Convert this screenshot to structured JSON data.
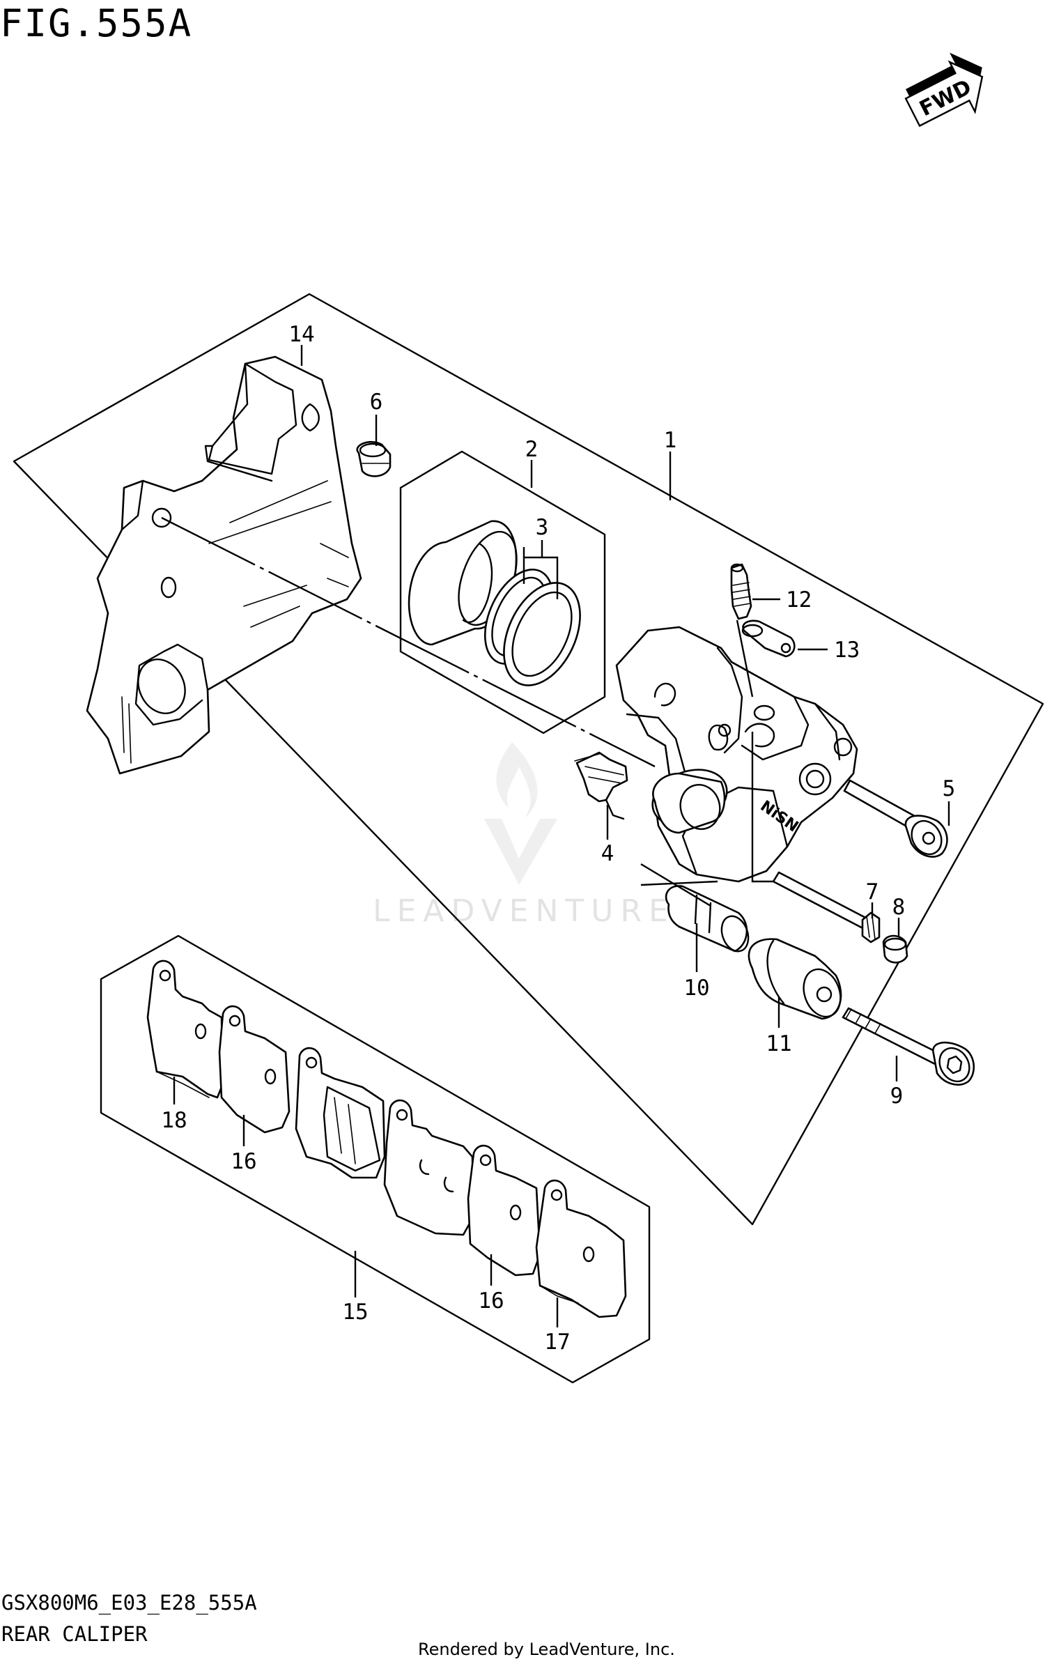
{
  "figure": {
    "title": "FIG.555A",
    "fwd_label": "FWD",
    "model_code": "GSX800M6_E03_E28_555A",
    "section_name": "REAR CALIPER",
    "credit": "Rendered by LeadVenture, Inc.",
    "watermark": "LEADVENTURE"
  },
  "callouts": [
    {
      "id": "1",
      "label": "1"
    },
    {
      "id": "2",
      "label": "2"
    },
    {
      "id": "3",
      "label": "3"
    },
    {
      "id": "4",
      "label": "4"
    },
    {
      "id": "5",
      "label": "5"
    },
    {
      "id": "6",
      "label": "6"
    },
    {
      "id": "7",
      "label": "7"
    },
    {
      "id": "8",
      "label": "8"
    },
    {
      "id": "9",
      "label": "9"
    },
    {
      "id": "10",
      "label": "10"
    },
    {
      "id": "11",
      "label": "11"
    },
    {
      "id": "12",
      "label": "12"
    },
    {
      "id": "13",
      "label": "13"
    },
    {
      "id": "14",
      "label": "14"
    },
    {
      "id": "15",
      "label": "15"
    },
    {
      "id": "16a",
      "label": "16"
    },
    {
      "id": "16b",
      "label": "16"
    },
    {
      "id": "17",
      "label": "17"
    },
    {
      "id": "18",
      "label": "18"
    }
  ],
  "icons": {
    "fwd": "fwd-arrow-icon",
    "watermark": "leadventure-logo-icon"
  },
  "colors": {
    "ink": "#000000",
    "paper": "#ffffff",
    "watermark": "#e6e6e6"
  }
}
